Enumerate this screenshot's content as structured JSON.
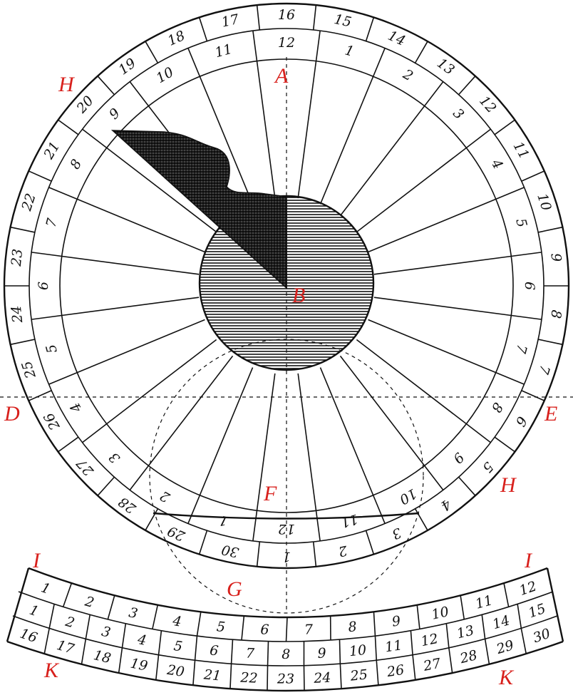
{
  "labels": {
    "A": "A",
    "B": "B",
    "D": "D",
    "E": "E",
    "F": "F",
    "G": "G",
    "H_upper": "H",
    "H_lower": "H",
    "I_left": "I",
    "I_right": "I",
    "K_left": "K",
    "K_right": "K"
  },
  "colors": {
    "ink": "#111111",
    "label": "#d8201c",
    "paper": "#ffffff"
  },
  "outer_ring_numbers": [
    "16",
    "15",
    "14",
    "13",
    "12",
    "11",
    "10",
    "9",
    "8",
    "7",
    "6",
    "5",
    "4",
    "3",
    "2",
    "1",
    "30",
    "29",
    "28",
    "27",
    "26",
    "25",
    "24",
    "23",
    "22",
    "21",
    "20",
    "19",
    "18",
    "17"
  ],
  "hour_numbers": [
    "12",
    "1",
    "2",
    "3",
    "4",
    "5",
    "6",
    "7",
    "8",
    "9",
    "10",
    "11",
    "12",
    "1",
    "2",
    "3",
    "4",
    "5",
    "6",
    "7",
    "8",
    "9",
    "10",
    "11"
  ],
  "scale": {
    "row1": [
      "1",
      "2",
      "3",
      "4",
      "5",
      "6",
      "7",
      "8",
      "9",
      "10",
      "11",
      "12"
    ],
    "row2": [
      "1",
      "2",
      "3",
      "4",
      "5",
      "6",
      "7",
      "8",
      "9",
      "10",
      "11",
      "12",
      "13",
      "14",
      "15"
    ],
    "row3": [
      "16",
      "17",
      "18",
      "19",
      "20",
      "21",
      "22",
      "23",
      "24",
      "25",
      "26",
      "27",
      "28",
      "29",
      "30"
    ]
  }
}
